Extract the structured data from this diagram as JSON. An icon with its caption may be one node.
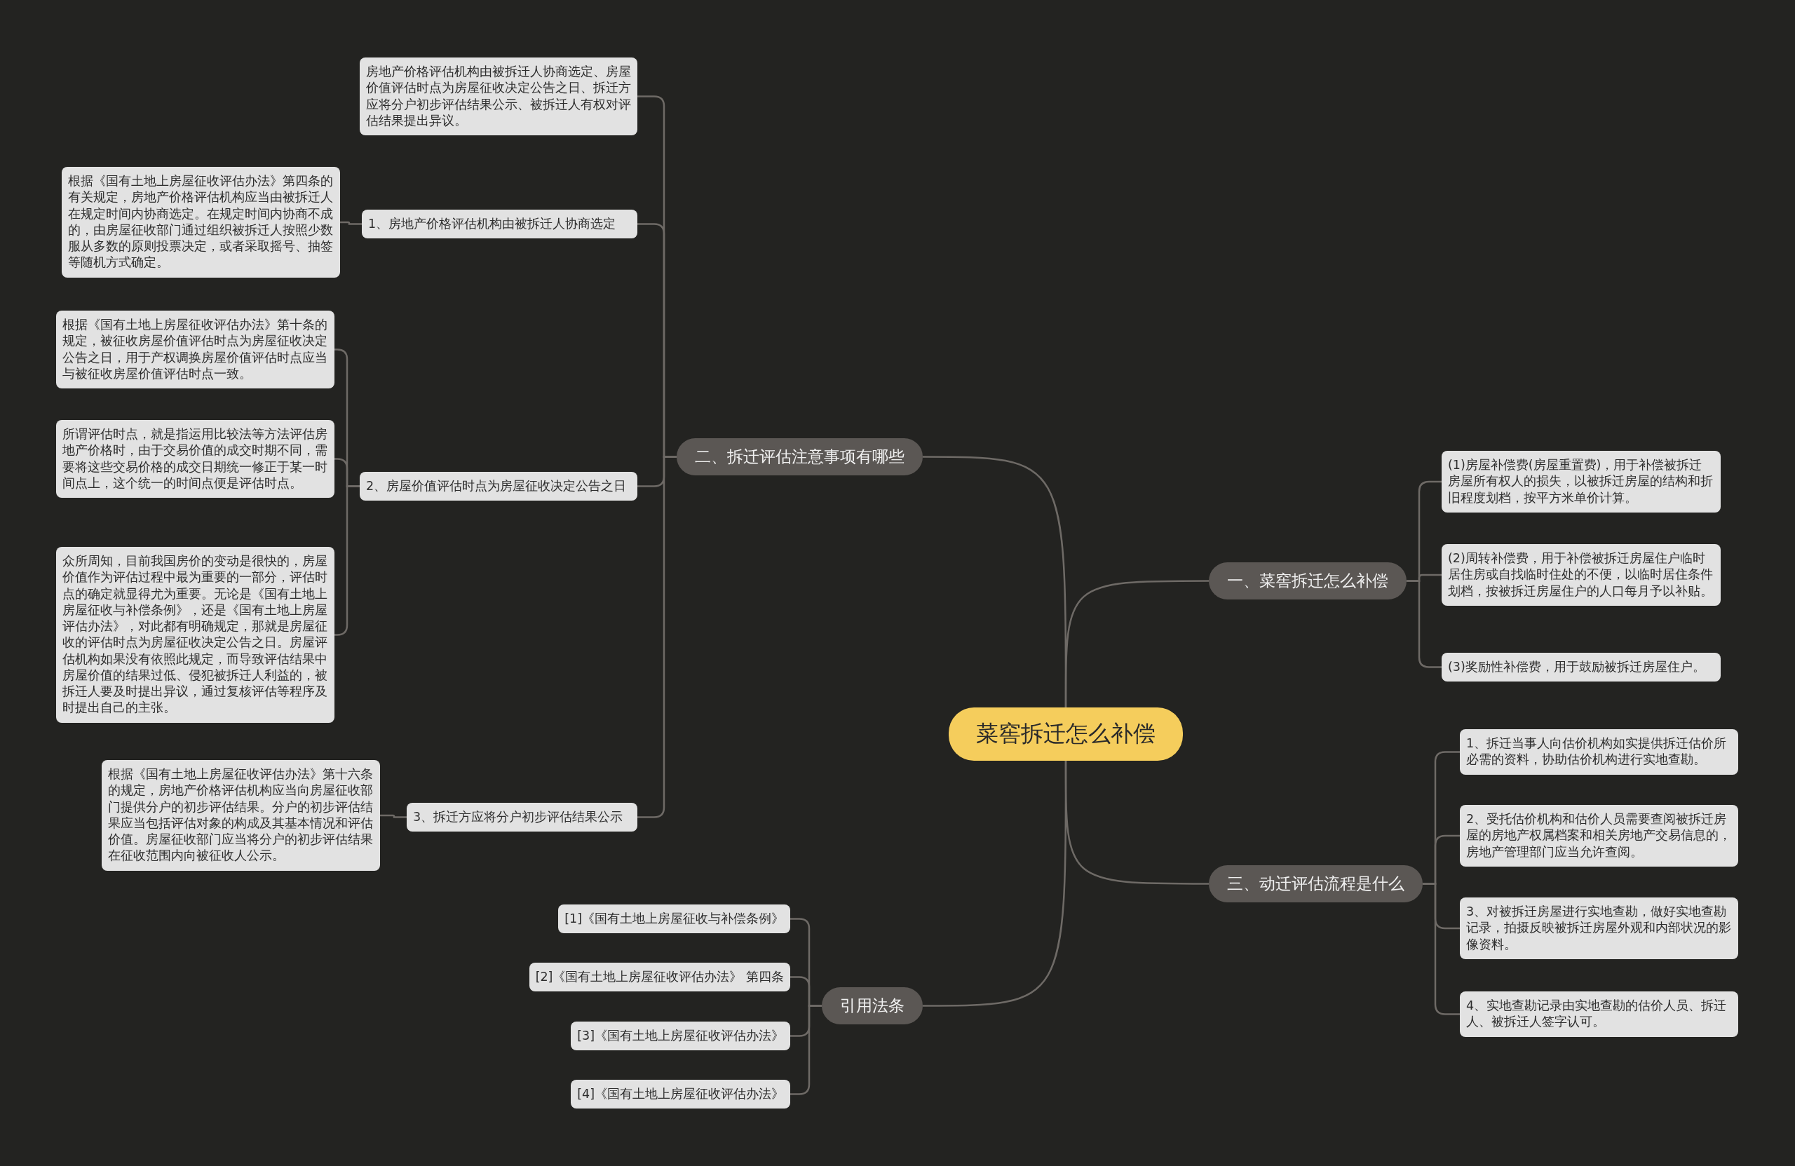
{
  "diagram": {
    "nodes": [
      {
        "text": [
          "菜窖拆迁怎么补偿"
        ]
      },
      {
        "text": [
          "一、菜窖拆迁怎么补偿"
        ]
      },
      {
        "text": [
          "(1)房屋补偿费(房屋重置费)，用于补偿被拆迁房屋所有权人的损失，以被拆迁房屋的结构和折旧程度划档，按平方米单价计算。"
        ]
      },
      {
        "text": [
          "(2)周转补偿费，用于补偿被拆迁房屋住户临时居住房或自找临时住处的不便，以临时居住条件划档，按被拆迁房屋住户的人口每月予以补贴。"
        ]
      },
      {
        "text": [
          "(3)奖励性补偿费，用于鼓励被拆迁房屋住户。"
        ]
      },
      {
        "text": [
          "二、拆迁评估注意事项有哪些"
        ]
      },
      {
        "text": [
          "房地产价格评估机构由被拆迁人协商选定、房屋价值评估时点为房屋征收决定公告之日、拆迁方应将分户初步评估结果公示、被拆迁人有权对评估结果提出异议。"
        ]
      },
      {
        "text": [
          "1、房地产价格评估机构由被拆迁人协商选定"
        ]
      },
      {
        "text": [
          "根据《国有土地上房屋征收评估办法》第四条的有关规定，房地产价格评估机构应当由被拆迁人在规定时间内协商选定。在规定时间内协商不成的，由房屋征收部门通过组织被拆迁人按照少数服从多数的原则投票决定，或者采取摇号、抽签等随机方式确定。"
        ]
      },
      {
        "text": [
          "2、房屋价值评估时点为房屋征收决定公告之日"
        ]
      },
      {
        "text": [
          "根据《国有土地上房屋征收评估办法》第十条的规定，被征收房屋价值评估时点为房屋征收决定公告之日，用于产权调换房屋价值评估时点应当与被征收房屋价值评估时点一致。"
        ]
      },
      {
        "text": [
          "所谓评估时点，就是指运用比较法等方法评估房地产价格时，由于交易价值的成交时期不同，需要将这些交易价格的成交日期统一修正于某一时间点上，这个统一的时间点便是评估时点。"
        ]
      },
      {
        "text": [
          "众所周知，目前我国房价的变动是很快的，房屋价值作为评估过程中最为重要的一部分，评估时点的确定就显得尤为重要。无论是《国有土地上房屋征收与补偿条例》，还是《国有土地上房屋评估办法》，对此都有明确规定，那就是房屋征收的评估时点为房屋征收决定公告之日。房屋评估机构如果没有依照此规定，而导致评估结果中房屋价值的结果过低、侵犯被拆迁人利益的，被拆迁人要及时提出异议，通过复核评估等程序及时提出自己的主张。"
        ]
      },
      {
        "text": [
          "3、拆迁方应将分户初步评估结果公示"
        ]
      },
      {
        "text": [
          "根据《国有土地上房屋征收评估办法》第十六条的规定，房地产价格评估机构应当向房屋征收部门提供分户的初步评估结果。分户的初步评估结果应当包括评估对象的构成及其基本情况和评估价值。房屋征收部门应当将分户的初步评估结果在征收范围内向被征收人公示。"
        ]
      },
      {
        "text": [
          "三、动迁评估流程是什么"
        ]
      },
      {
        "text": [
          "1、拆迁当事人向估价机构如实提供拆迁估价所必需的资料，协助估价机构进行实地查勘。"
        ]
      },
      {
        "text": [
          "2、受托估价机构和估价人员需要查阅被拆迁房屋的房地产权属档案和相关房地产交易信息的，房地产管理部门应当允许查阅。"
        ]
      },
      {
        "text": [
          "3、对被拆迁房屋进行实地查勘，做好实地查勘记录，拍摄反映被拆迁房屋外观和内部状况的影像资料。"
        ]
      },
      {
        "text": [
          "4、实地查勘记录由实地查勘的估价人员、拆迁人、被拆迁人签字认可。"
        ]
      },
      {
        "text": [
          "引用法条"
        ]
      },
      {
        "text": [
          "[1]《国有土地上房屋征收与补偿条例》"
        ]
      },
      {
        "text": [
          "[2]《国有土地上房屋征收评估办法》 第四条"
        ]
      },
      {
        "text": [
          "[3]《国有土地上房屋征收评估办法》"
        ]
      },
      {
        "text": [
          "[4]《国有土地上房屋征收评估办法》"
        ]
      }
    ],
    "edges": [
      {
        "from": 0,
        "to": 1,
        "arrow": "none"
      },
      {
        "from": 1,
        "to": 2,
        "arrow": "none"
      },
      {
        "from": 1,
        "to": 3,
        "arrow": "none"
      },
      {
        "from": 1,
        "to": 4,
        "arrow": "none"
      },
      {
        "from": 0,
        "to": 5,
        "arrow": "none"
      },
      {
        "from": 5,
        "to": 6,
        "arrow": "none"
      },
      {
        "from": 5,
        "to": 7,
        "arrow": "none"
      },
      {
        "from": 7,
        "to": 8,
        "arrow": "none"
      },
      {
        "from": 5,
        "to": 9,
        "arrow": "none"
      },
      {
        "from": 9,
        "to": 10,
        "arrow": "none"
      },
      {
        "from": 9,
        "to": 11,
        "arrow": "none"
      },
      {
        "from": 9,
        "to": 12,
        "arrow": "none"
      },
      {
        "from": 5,
        "to": 13,
        "arrow": "none"
      },
      {
        "from": 13,
        "to": 14,
        "arrow": "none"
      },
      {
        "from": 0,
        "to": 15,
        "arrow": "none"
      },
      {
        "from": 15,
        "to": 16,
        "arrow": "none"
      },
      {
        "from": 15,
        "to": 17,
        "arrow": "none"
      },
      {
        "from": 15,
        "to": 18,
        "arrow": "none"
      },
      {
        "from": 15,
        "to": 19,
        "arrow": "none"
      },
      {
        "from": 0,
        "to": 20,
        "arrow": "none"
      },
      {
        "from": 20,
        "to": 21,
        "arrow": "none"
      },
      {
        "from": 20,
        "to": 22,
        "arrow": "none"
      },
      {
        "from": 20,
        "to": 23,
        "arrow": "none"
      },
      {
        "from": 20,
        "to": 24,
        "arrow": "none"
      }
    ]
  }
}
